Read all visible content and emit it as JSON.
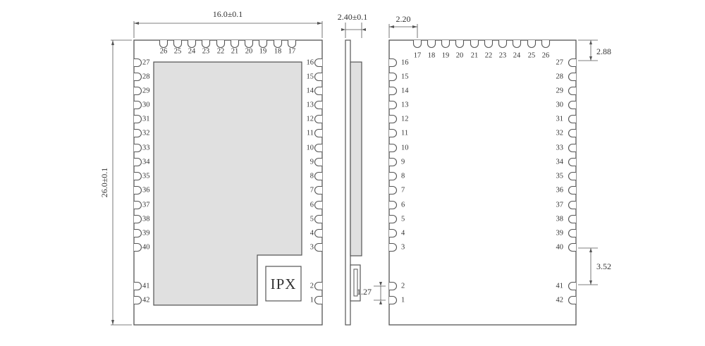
{
  "colors": {
    "outline": "#555555",
    "shield_fill": "#e0e0e0",
    "pad_fill": "#ffffff",
    "text": "#333333",
    "background": "#ffffff"
  },
  "dimensions": {
    "width": "16.0±0.1",
    "height": "26.0±0.1",
    "thickness": "2.40±0.1",
    "first_pin_offset": "2.20",
    "top_pad_offset": "2.88",
    "pad_group_gap": "3.52",
    "pin_pitch": "1.27"
  },
  "connector_label": "IPX",
  "pins": {
    "top_row": [
      "26",
      "25",
      "24",
      "23",
      "22",
      "21",
      "20",
      "19",
      "18",
      "17"
    ],
    "left_column": [
      "27",
      "28",
      "29",
      "30",
      "31",
      "32",
      "33",
      "34",
      "35",
      "36",
      "37",
      "38",
      "39",
      "40"
    ],
    "left_lower": [
      "41",
      "42"
    ],
    "right_column": [
      "16",
      "15",
      "14",
      "13",
      "12",
      "11",
      "10",
      "9",
      "8",
      "7",
      "6",
      "5",
      "4",
      "3"
    ],
    "right_lower": [
      "2",
      "1"
    ]
  }
}
